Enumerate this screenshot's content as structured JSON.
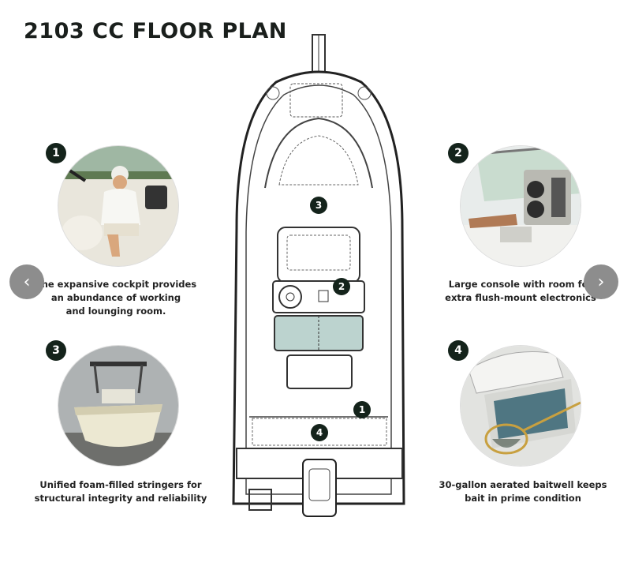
{
  "title": "2103 CC FLOOR PLAN",
  "navigation": {
    "prev_glyph": "‹",
    "next_glyph": "›"
  },
  "features": [
    {
      "number": "1",
      "caption_lines": [
        "The expansive cockpit provides",
        "an abundance of working",
        "and lounging room."
      ]
    },
    {
      "number": "2",
      "caption_lines": [
        "Large console with room for",
        "extra flush-mount electronics"
      ]
    },
    {
      "number": "3",
      "caption_lines": [
        "Unified foam-filled stringers for",
        "structural integrity and reliability"
      ]
    },
    {
      "number": "4",
      "caption_lines": [
        "30-gallon aerated baitwell keeps",
        "bait in prime condition"
      ]
    }
  ],
  "plan_markers": [
    "3",
    "2",
    "1",
    "4"
  ],
  "colors": {
    "badge": "#14231b",
    "deck_panel": "#bcd3cf",
    "nav_button": "#8d8d8d"
  }
}
